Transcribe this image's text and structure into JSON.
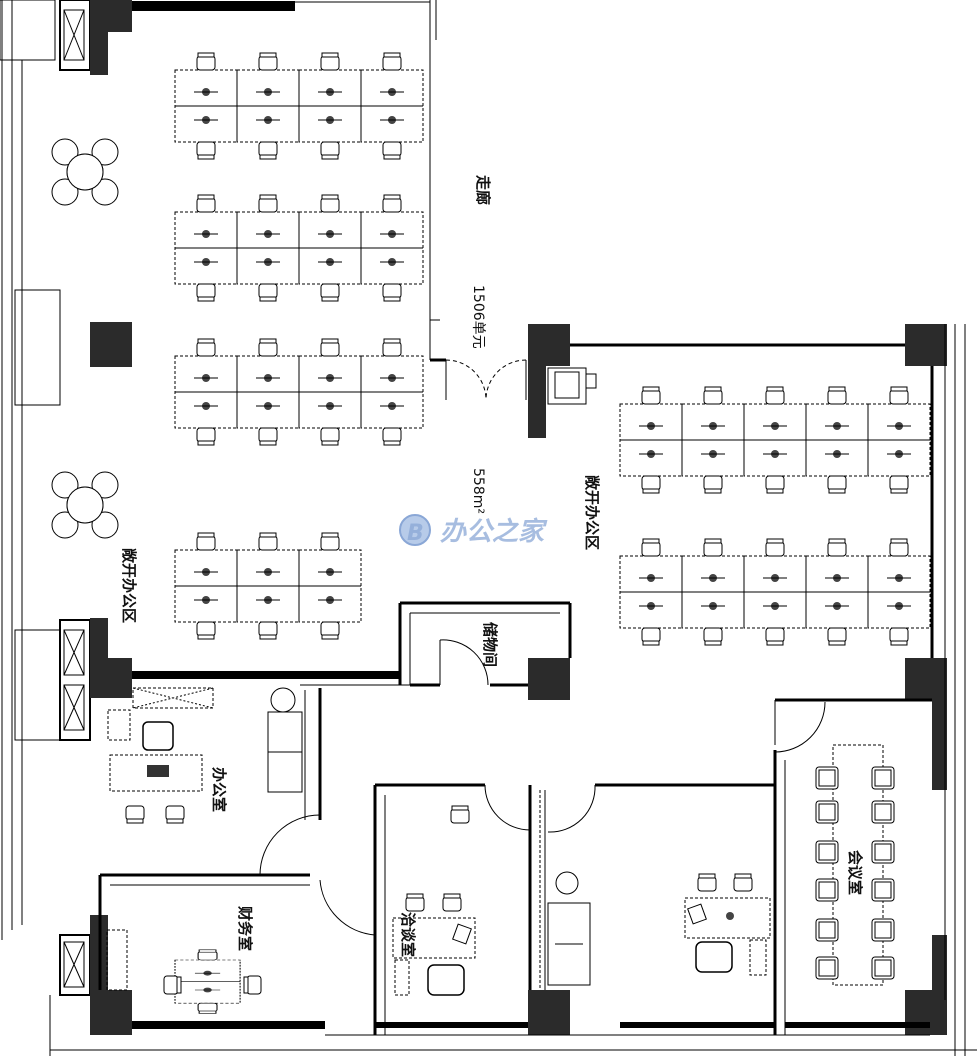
{
  "labels": {
    "corridor": "走廊",
    "unit": "1506单元",
    "area": "558m²",
    "open_office_right": "敞开办公区",
    "open_office_left": "敞开办公区",
    "storage": "储物间",
    "office": "办公室",
    "finance": "财务室",
    "negotiation": "洽谈室",
    "meeting": "会议室"
  },
  "watermark": {
    "text": "办公之家",
    "logo_letter": "B"
  },
  "colors": {
    "wall": "#000000",
    "column": "#2b2b2b",
    "watermark": "#8aa7d6"
  }
}
